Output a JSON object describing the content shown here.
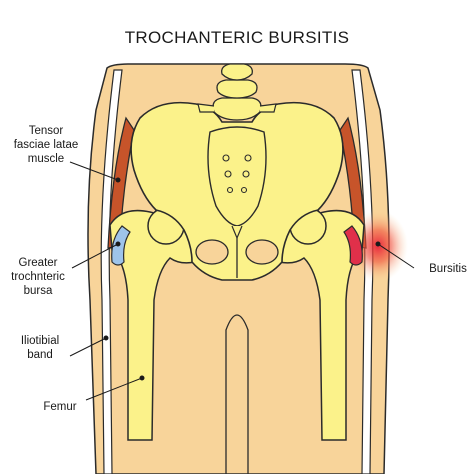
{
  "title": "TROCHANTERIC BURSITIS",
  "labels": {
    "tensor": [
      "Tensor",
      "fasciae latae",
      "muscle"
    ],
    "greater": [
      "Greater",
      "trochnteric",
      "bursa"
    ],
    "iliotibial": [
      "Iliotibial",
      "band"
    ],
    "femur": [
      "Femur"
    ],
    "bursitis": [
      "Bursitis"
    ]
  },
  "colors": {
    "skin": "#f8d49a",
    "bone": "#fbf28a",
    "outline": "#2b2b2b",
    "muscle": "#c7542a",
    "bursa": "#9ec4ea",
    "inflamed": "#e0304a"
  }
}
